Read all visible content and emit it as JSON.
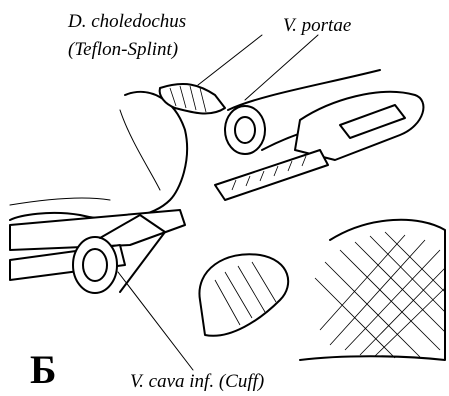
{
  "labels": {
    "choledochus_line1": "D. choledochus",
    "choledochus_line2": "(Teflon-Splint)",
    "portae": "V. portae",
    "cava": "V. cava inf. (Cuff)",
    "panel_letter": "Б"
  }
}
